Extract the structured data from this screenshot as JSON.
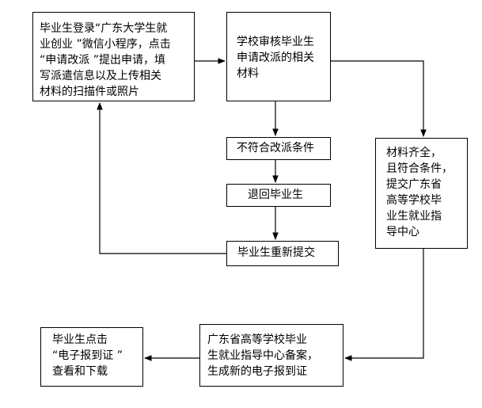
{
  "steps": {
    "login": "毕业生登录“广东大学生就\n业创业 ”微信小程序，点击\n“申请改派 ”提出申请，填\n写派遣信息以及上传相关\n材料的扫描件或照片",
    "school_review": "学校审核毕业生\n申请改派的相关\n材料",
    "not_eligible": "不符合改派条件",
    "returned": "退回毕业生",
    "resubmit": "毕业生重新提交",
    "eligible_submit": "材料齐全，\n且符合条件，\n提交广东省\n高等学校毕\n业生就业指\n导中心",
    "center_record": "广东省高等学校毕业\n生就业指导中心备案，\n生成新的电子报到证",
    "download": "毕业生点击\n“电子报到证 ”\n查看和下载"
  }
}
